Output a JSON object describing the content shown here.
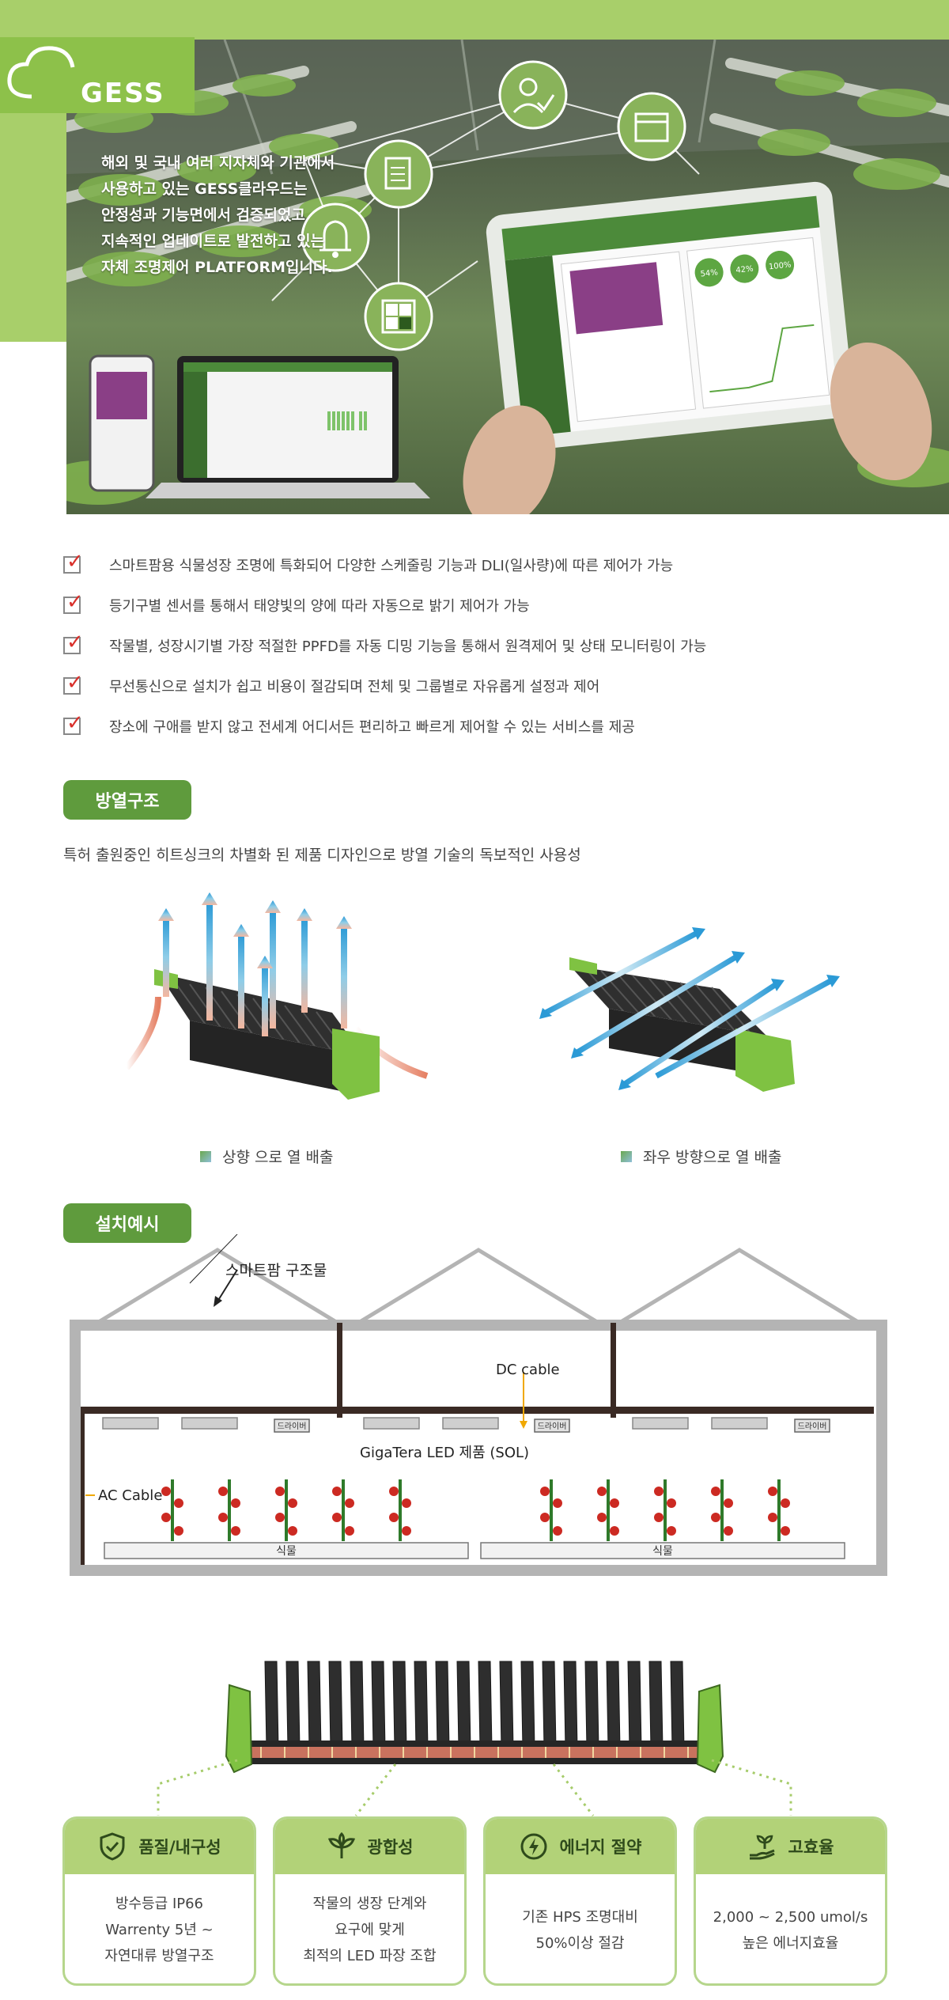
{
  "hero": {
    "logo_text": "GESS",
    "lines": [
      "해외 및 국내 여러 지자체와 기관에서",
      "사용하고 있는 GESS클라우드는",
      "안정성과 기능면에서 검증되었고",
      "지속적인 업데이트로 발전하고 있는",
      "자체 조명제어 PLATFORM입니다."
    ],
    "tablet_gauges": [
      "54%",
      "42%",
      "100%"
    ]
  },
  "features_list": [
    "스마트팜용 식물성장 조명에 특화되어 다양한 스케줄링 기능과 DLI(일사량)에 따른 제어가 가능",
    "등기구별 센서를 통해서 태양빛의 양에 따라 자동으로 밝기 제어가 가능",
    "작물별, 성장시기별 가장 적절한 PPFD를 자동 디밍 기능을 통해서 원격제어 및 상태 모니터링이 가능",
    "무선통신으로 설치가 쉽고 비용이 절감되며 전체 및 그룹별로 자유롭게 설정과 제어",
    "장소에 구애를 받지 않고 전세계 어디서든 편리하고 빠르게 제어할 수 있는 서비스를 제공"
  ],
  "heat": {
    "label": "방열구조",
    "lead": "특허 출원중인 히트싱크의 차별화 된 제품 디자인으로 방열 기술의 독보적인 사용성",
    "caption_up": "상향 으로 열 배출",
    "caption_side": "좌우 방향으로 열 배출"
  },
  "install": {
    "label": "설치예시",
    "structure": "스마트팜 구조물",
    "dc_cable": "DC cable",
    "driver": "드라이버",
    "led_product": "GigaTera LED 제품 (SOL)",
    "ac_cable": "AC Cable",
    "plant": "식물"
  },
  "cards": [
    {
      "title": "품질/내구성",
      "icon": "shield-check-icon",
      "lines": [
        "방수등급 IP66",
        "Warrenty 5년 ~",
        "자연대류 방열구조"
      ]
    },
    {
      "title": "광합성",
      "icon": "leaf-icon",
      "lines": [
        "작물의 생장 단계와",
        "요구에 맞게",
        "최적의 LED 파장 조합"
      ]
    },
    {
      "title": "에너지 절약",
      "icon": "bolt-icon",
      "lines": [
        "기존 HPS 조명대비",
        "50%이상 절감"
      ]
    },
    {
      "title": "고효율",
      "icon": "hand-plant-icon",
      "lines": [
        "2,000 ~ 2,500 umol/s",
        "높은 에너지효율"
      ]
    }
  ],
  "colors": {
    "brand_green": "#8dc14a",
    "label_green": "#5f9b3d",
    "card_green": "#b2d278",
    "check_red": "#d9302b"
  }
}
